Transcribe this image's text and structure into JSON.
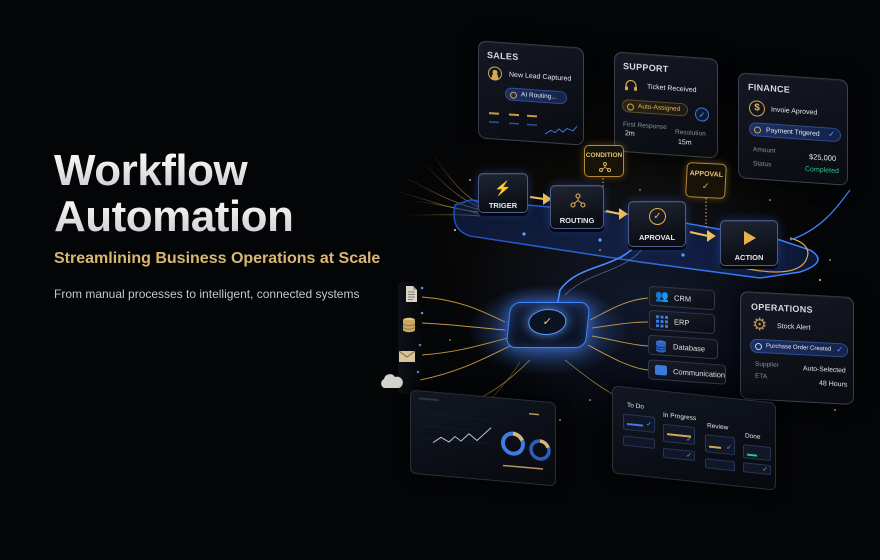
{
  "hero": {
    "title_line1": "Workflow",
    "title_line2": "Automation",
    "subtitle": "Streamlining Business Operations at Scale",
    "description": "From manual processes to intelligent, connected systems"
  },
  "cards": {
    "sales": {
      "title": "SALES",
      "event": "New Lead Captured",
      "status_pill": "AI Routing...",
      "icon": "user-avatar-icon"
    },
    "support": {
      "title": "SUPPORT",
      "event": "Ticket Received",
      "status_pill": "Auto-Assigned",
      "metric1_label": "First Response",
      "metric1_value": "2m",
      "metric2_label": "Resolution",
      "metric2_value": "15m",
      "icon": "headset-icon"
    },
    "finance": {
      "title": "FINANCE",
      "event": "Invoie Aproved",
      "status_pill": "Payment Trigered",
      "amount_label": "Amount",
      "amount_value": "$25,000",
      "status_label": "Status",
      "status_value": "Completed",
      "icon": "dollar-icon"
    },
    "operations": {
      "title": "OPERATIONS",
      "event": "Stock Alert",
      "status_pill": "Purchase Order Created",
      "supplier_label": "Supplier",
      "supplier_value": "Auto-Selected",
      "eta_label": "ETA",
      "eta_value": "48 Hours",
      "icon": "gear-icon"
    }
  },
  "flow": {
    "steps": [
      {
        "label": "TRIGER",
        "icon": "lightning-icon"
      },
      {
        "label": "ROUTING",
        "icon": "branch-icon"
      },
      {
        "label": "APROVAL",
        "icon": "check-circle-icon"
      },
      {
        "label": "ACTION",
        "icon": "play-icon"
      }
    ],
    "tags": [
      {
        "label": "CONDITION",
        "icon": "branch-icon"
      },
      {
        "label": "APPOVAL",
        "icon": "check-icon"
      }
    ]
  },
  "hub": {
    "icon": "check-icon"
  },
  "sources": [
    "document-icon",
    "database-icon",
    "mail-icon",
    "cloud-icon"
  ],
  "integrations": [
    {
      "label": "CRM",
      "icon": "users-icon"
    },
    {
      "label": "ERP",
      "icon": "grid-icon"
    },
    {
      "label": "Database",
      "icon": "database-icon"
    },
    {
      "label": "Communication",
      "icon": "chat-icon"
    }
  ],
  "kanban": {
    "columns": [
      "To Do",
      "In Progress",
      "Review",
      "Done"
    ]
  },
  "colors": {
    "background": "#040507",
    "gold": "#d9b673",
    "blue": "#3b7be0",
    "green": "#34c08a"
  }
}
